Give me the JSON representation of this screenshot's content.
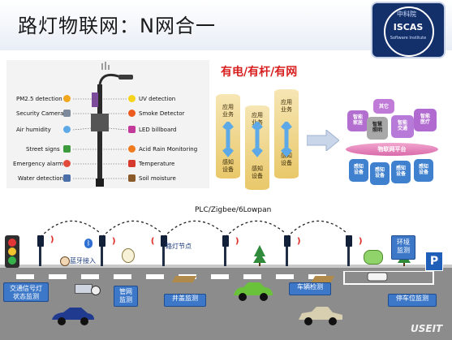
{
  "title": "路灯物联网：N网合一",
  "logo": {
    "text": "ISCAS",
    "seal": "中科院",
    "sub": "Software Institute"
  },
  "sensors_left": [
    "PM2.5 detection",
    "Security Camera",
    "Air humidity",
    "Street signs",
    "Emergency alarm",
    "Water detection"
  ],
  "sensors_right": [
    "UV detection",
    "Smoke Detector",
    "LED billboard",
    "Acid Rain Monitoring",
    "Temperature",
    "Soil moisture"
  ],
  "slogan": "有电/有杆/有网",
  "cylinders": [
    {
      "top": "应用\n业务",
      "bottom": "感知\n设备"
    },
    {
      "top": "应用\n业务",
      "bottom": "感知\n设备"
    },
    {
      "top": "应用\n业务",
      "bottom": "感知\n设备"
    }
  ],
  "platform": {
    "apps": [
      "智能\n家居",
      "其它",
      "智能\n医疗",
      "智慧\n照明",
      "智能\n交通"
    ],
    "platform_label": "物联网平台",
    "devices": [
      "感知\n设备",
      "感知\n设备",
      "感知\n设备",
      "感知\n设备"
    ]
  },
  "protocol": "PLC/Zigbee/6Lowpan",
  "scene": {
    "bluetooth": "蓝牙接入",
    "lamp_node": "路灯节点",
    "tags": {
      "env": "环境\n监测",
      "traffic": "交通信号灯\n状态监测",
      "pipe": "管网\n监测",
      "manhole": "井盖监测",
      "vehicle": "车辆检测",
      "parking": "停车位监测"
    },
    "parking_sign": "P",
    "watermark": "USEIT"
  }
}
